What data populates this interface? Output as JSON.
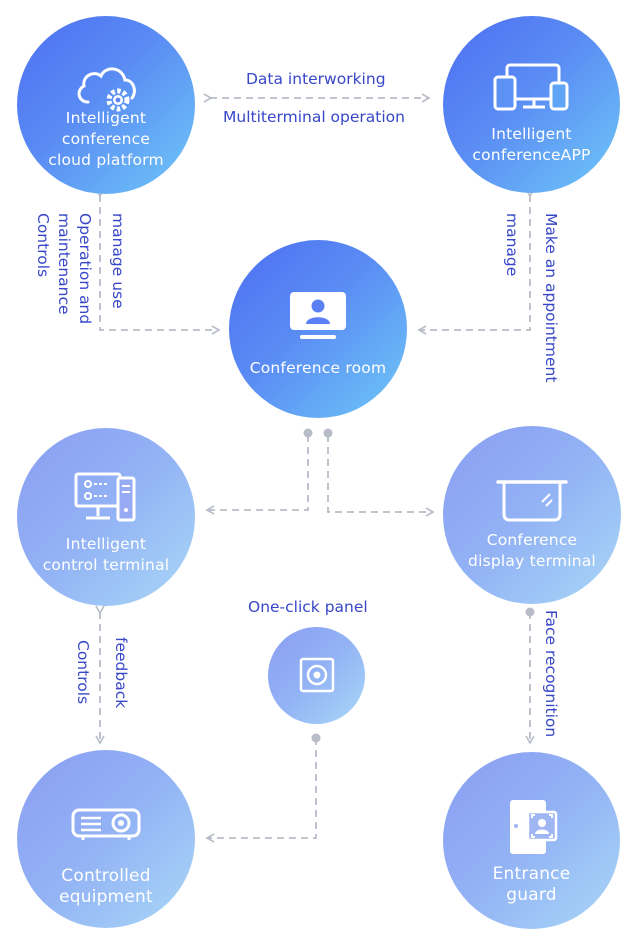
{
  "nodes": {
    "cloud": {
      "line1": "Intelligent",
      "line2": "conference",
      "line3": "cloud platform",
      "icon": "cloud-gear-icon"
    },
    "app": {
      "line1": "Intelligent",
      "line2": "conferenceAPP",
      "icon": "devices-icon"
    },
    "room": {
      "line1": "Conference room",
      "icon": "monitor-user-icon"
    },
    "control": {
      "line1": "Intelligent",
      "line2": "control terminal",
      "icon": "computer-terminal-icon"
    },
    "display": {
      "line1": "Conference",
      "line2": "display terminal",
      "icon": "display-board-icon"
    },
    "panel": {
      "icon": "one-click-panel-icon"
    },
    "equipment": {
      "line1": "Controlled",
      "line2": "equipment",
      "icon": "projector-icon"
    },
    "guard": {
      "line1": "Entrance",
      "line2": "guard",
      "icon": "face-access-icon"
    }
  },
  "labels": {
    "data_interworking": "Data interworking",
    "multiterminal": "Multiterminal operation",
    "manage_use": "manage  use",
    "operation_maintenance_a": "Operation and",
    "operation_maintenance_b": "maintenance",
    "controls_left": "Controls",
    "make_appointment": "Make an appointment",
    "manage_right": "manage",
    "one_click_panel": "One-click panel",
    "controls_bottom": "Controls",
    "feedback": "feedback",
    "face_recognition": "Face recognition"
  },
  "colors": {
    "accent_text": "#3747c8",
    "connector": "#b8bcc8",
    "node_gradient_start": "#4d6ff2",
    "node_gradient_end": "#6fc8f7"
  }
}
